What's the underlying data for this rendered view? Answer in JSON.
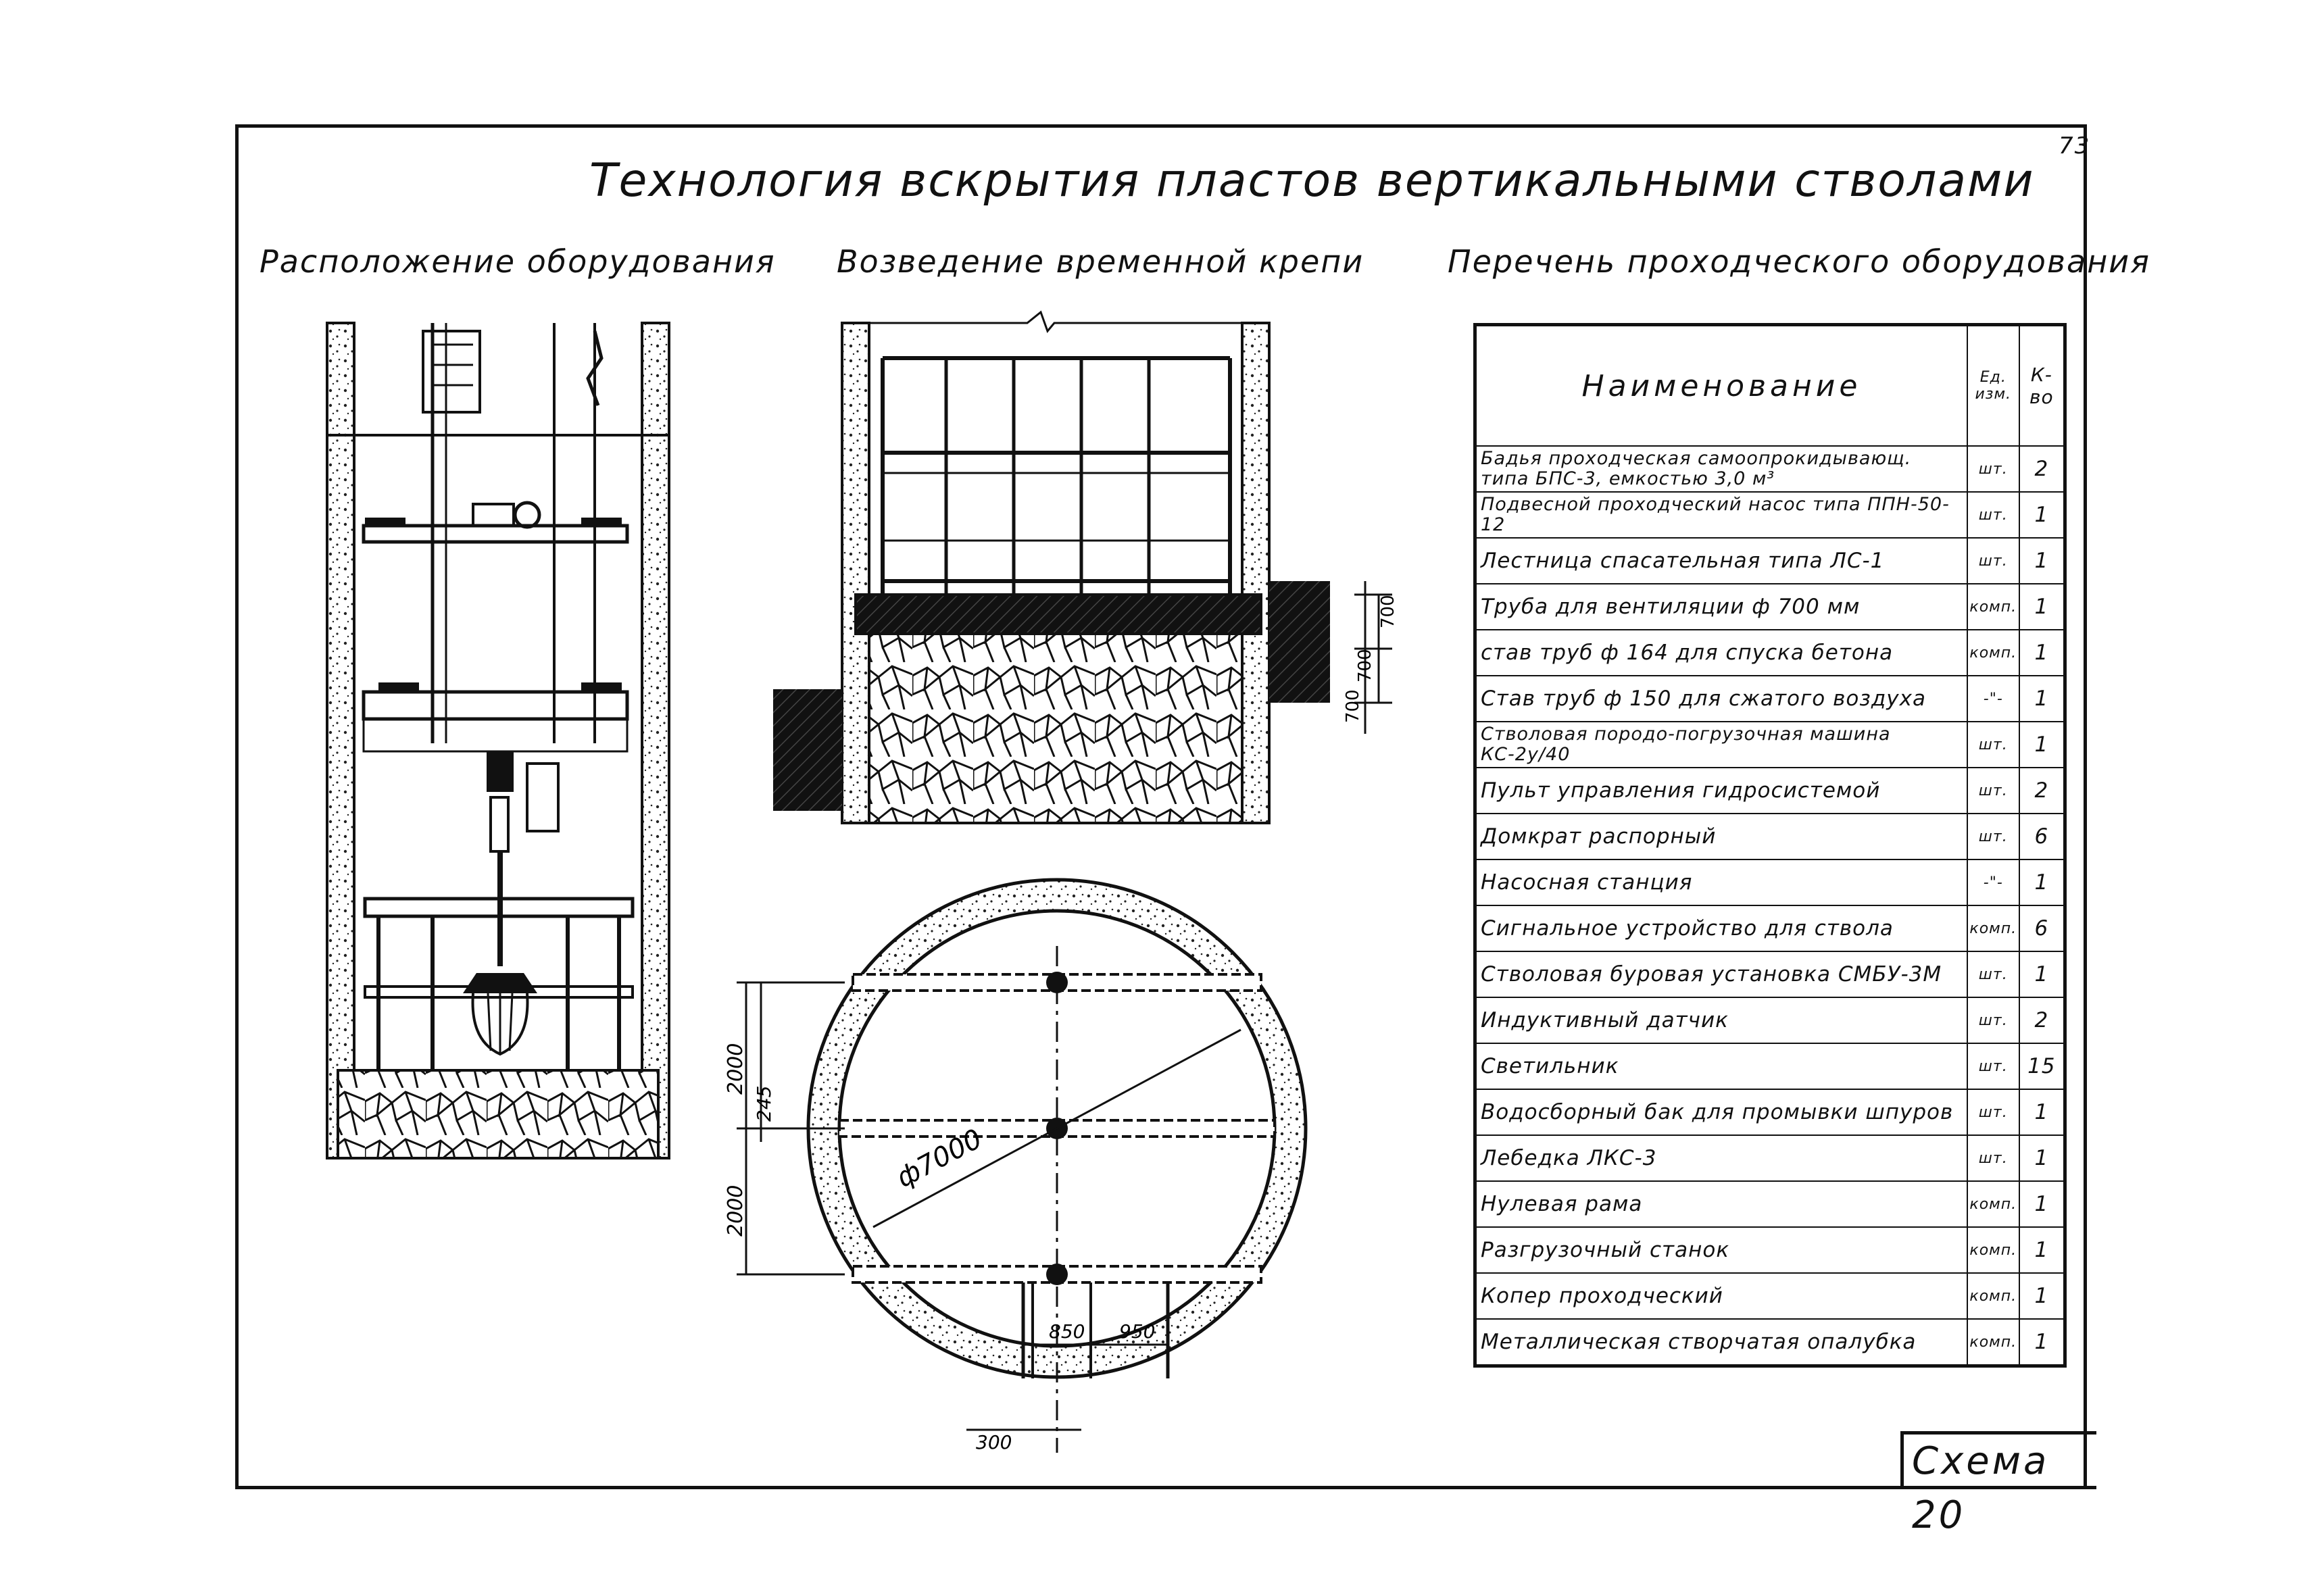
{
  "page_number": "73",
  "title": "Технология вскрытия пластов вертикальными стволами",
  "headings": {
    "left": "Расположение оборудования",
    "middle": "Возведение временной крепи",
    "right": "Перечень проходческого оборудования"
  },
  "dimensions": {
    "d1": "700",
    "d2": "700",
    "d3": "700",
    "diameter": "ф7000",
    "v1": "2000",
    "v2": "245",
    "v3": "2000",
    "w1": "850",
    "w2": "950",
    "w3": "300"
  },
  "table": {
    "header_name": "Наименование",
    "header_unit": "Ед. изм.",
    "header_qty": "К-во",
    "rows": [
      {
        "name": "Бадья проходческая самоопрокидывающ. типа БПС-3, емкостью 3,0 м³",
        "unit": "шт.",
        "qty": "2"
      },
      {
        "name": "Подвесной проходческий насос типа ППН-50-12",
        "unit": "шт.",
        "qty": "1"
      },
      {
        "name": "Лестница спасательная типа ЛС-1",
        "unit": "шт.",
        "qty": "1"
      },
      {
        "name": "Труба для вентиляции ф 700 мм",
        "unit": "комп.",
        "qty": "1"
      },
      {
        "name": "став труб ф 164 для спуска бетона",
        "unit": "комп.",
        "qty": "1"
      },
      {
        "name": "Став труб ф 150 для сжатого воздуха",
        "unit": "-\"-",
        "qty": "1"
      },
      {
        "name": "Стволовая породо-погрузочная машина КС-2у/40",
        "unit": "шт.",
        "qty": "1"
      },
      {
        "name": "Пульт управления гидросистемой",
        "unit": "шт.",
        "qty": "2"
      },
      {
        "name": "Домкрат распорный",
        "unit": "шт.",
        "qty": "6"
      },
      {
        "name": "Насосная станция",
        "unit": "-\"-",
        "qty": "1"
      },
      {
        "name": "Сигнальное устройство для ствола",
        "unit": "комп.",
        "qty": "6"
      },
      {
        "name": "Стволовая буровая установка СМБУ-3М",
        "unit": "шт.",
        "qty": "1"
      },
      {
        "name": "Индуктивный датчик",
        "unit": "шт.",
        "qty": "2"
      },
      {
        "name": "Светильник",
        "unit": "шт.",
        "qty": "15"
      },
      {
        "name": "Водосборный бак для промывки шпуров",
        "unit": "шт.",
        "qty": "1"
      },
      {
        "name": "Лебедка ЛКС-3",
        "unit": "шт.",
        "qty": "1"
      },
      {
        "name": "Нулевая рама",
        "unit": "комп.",
        "qty": "1"
      },
      {
        "name": "Разгрузочный станок",
        "unit": "комп.",
        "qty": "1"
      },
      {
        "name": "Копер проходческий",
        "unit": "комп.",
        "qty": "1"
      },
      {
        "name": "Металлическая створчатая опалубка",
        "unit": "комп.",
        "qty": "1"
      }
    ]
  },
  "stamp": "Схема 20"
}
